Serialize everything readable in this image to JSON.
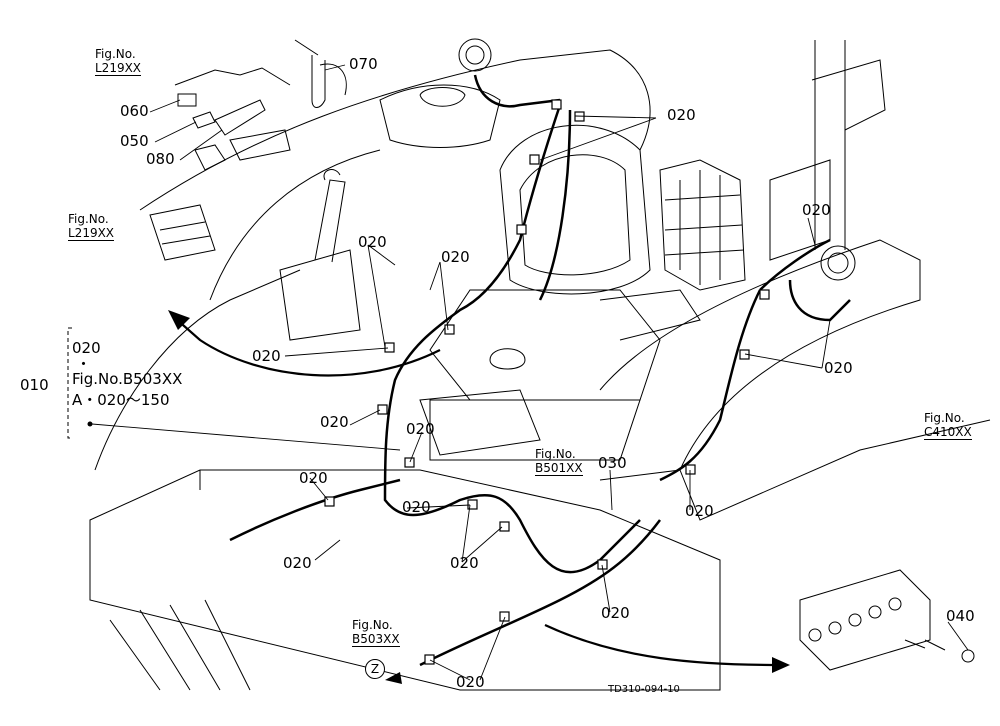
{
  "refs": {
    "r070": "070",
    "r060": "060",
    "r050": "050",
    "r080": "080",
    "r040": "040",
    "r030": "030",
    "r010": "010",
    "r020": "020"
  },
  "group_label": {
    "line1": "020",
    "line2": "・",
    "line3": "Fig.No.B503XX",
    "line4": "A・020～150"
  },
  "fig_refs": {
    "top_left": {
      "a": "Fig.No.",
      "b": "L219XX"
    },
    "mid_left": {
      "a": "Fig.No.",
      "b": "L219XX"
    },
    "center": {
      "a": "Fig.No.",
      "b": "B501XX"
    },
    "right": {
      "a": "Fig.No.",
      "b": "C410XX"
    },
    "bottom": {
      "a": "Fig.No.",
      "b": "B503XX"
    }
  },
  "view_marker": "Z",
  "drawing_number": "TD310-094-10"
}
